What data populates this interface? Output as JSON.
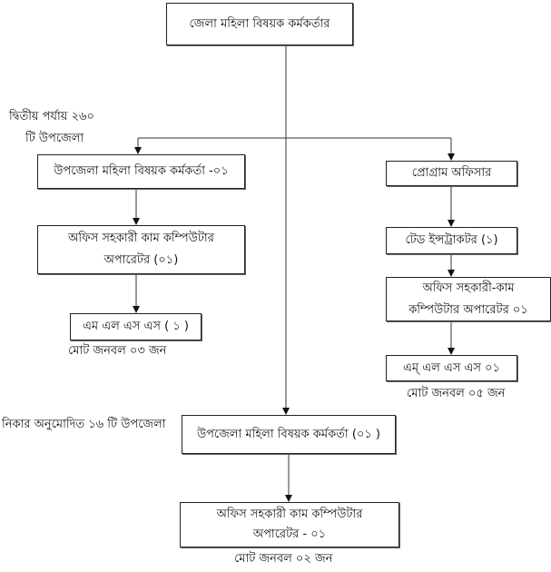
{
  "top": {
    "title": "জেলা মহিলা বিষয়ক কর্মকর্তার"
  },
  "left_branch": {
    "label_line1": "দ্বিতীয় পর্যায় ২৬০",
    "label_line2": "টি উপজেলা",
    "boxes": [
      "উপজেলা মহিলা বিষয়ক কর্মকর্তা -০১",
      "অফিস সহকারী কাম কম্পিউটার অপারেটর (০১)",
      "এম এল এস এস ( ১ )"
    ],
    "total": "মোট জনবল ০৩ জন"
  },
  "right_branch": {
    "boxes": [
      "প্রোগ্রাম অফিসার",
      "টেড ইন্সট্রাকটর  (১)",
      "অফিস সহকারী-কাম কম্পিউটার অপারেটর ০১",
      "এম্ এল এস এস ০১"
    ],
    "total": "মোট জনবল ০৫ জন"
  },
  "center_branch": {
    "label": "নিকার অনুমোদিত ১৬ টি উপজেলা",
    "boxes": [
      "উপজেলা মহিলা বিষয়ক কর্মকর্তা (০১ )",
      "অফিস সহকারী কাম কম্পিউটার অপারেটর - ০১"
    ],
    "total": "মোট জনবল ০২ জন"
  }
}
